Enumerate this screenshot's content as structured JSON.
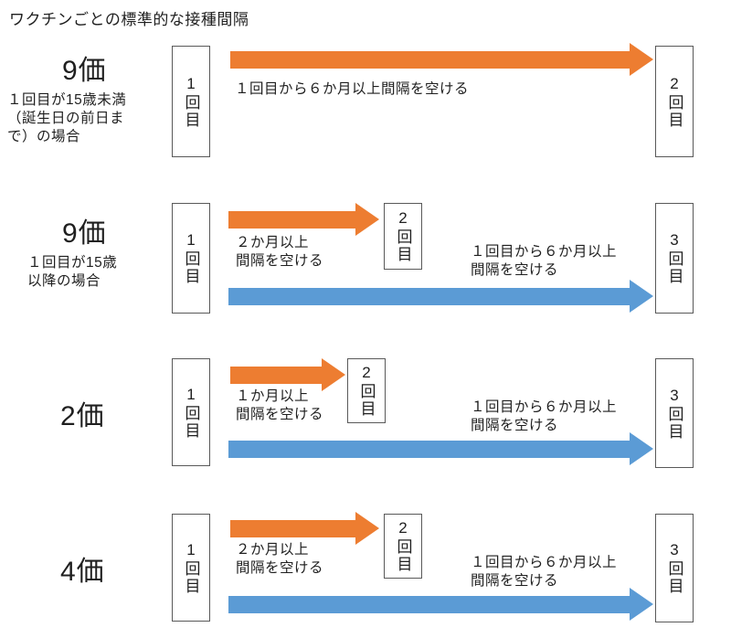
{
  "title": "ワクチンごとの標準的な接種間隔",
  "colors": {
    "orange": "#ED7D31",
    "blue": "#5B9BD5",
    "border": "#595959",
    "text": "#1f1f1f"
  },
  "rows": [
    {
      "vaccine": "9価",
      "condition": "１回目が15歳未満\n（誕生日の前日ま\nで）の場合",
      "dose1": "1回目",
      "dose2": "2回目",
      "orange_label": "１回目から６か月以上間隔を空ける"
    },
    {
      "vaccine": "9価",
      "condition": "１回目が15歳\n以降の場合",
      "dose1": "1回目",
      "dose2": "2回目",
      "dose3": "3回目",
      "orange_label": "２か月以上\n間隔を空ける",
      "blue_label": "１回目から６か月以上\n間隔を空ける"
    },
    {
      "vaccine": "2価",
      "dose1": "1回目",
      "dose2": "2回目",
      "dose3": "3回目",
      "orange_label": "１か月以上\n間隔を空ける",
      "blue_label": "１回目から６か月以上\n間隔を空ける"
    },
    {
      "vaccine": "4価",
      "dose1": "1回目",
      "dose2": "2回目",
      "dose3": "3回目",
      "orange_label": "２か月以上\n間隔を空ける",
      "blue_label": "１回目から６か月以上\n間隔を空ける"
    }
  ]
}
